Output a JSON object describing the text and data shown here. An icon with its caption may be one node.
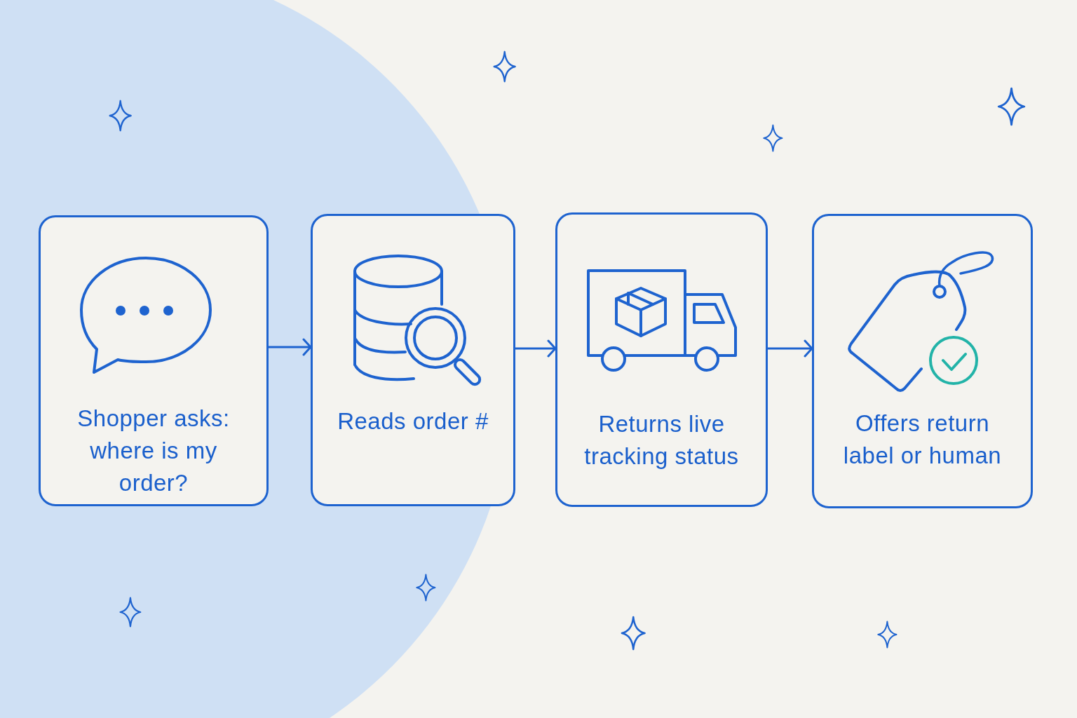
{
  "diagram": {
    "nodes": [
      {
        "text": [
          "Shopper asks: where is my order?"
        ]
      },
      {
        "text": [
          "Reads order #"
        ]
      },
      {
        "text": [
          "Returns live tracking status"
        ]
      },
      {
        "text": [
          "Offers return label or human"
        ]
      }
    ],
    "edges": [
      {
        "from": 0,
        "to": 1,
        "arrow": "to"
      },
      {
        "from": 1,
        "to": 2,
        "arrow": "to"
      },
      {
        "from": 2,
        "to": 3,
        "arrow": "to"
      }
    ]
  }
}
